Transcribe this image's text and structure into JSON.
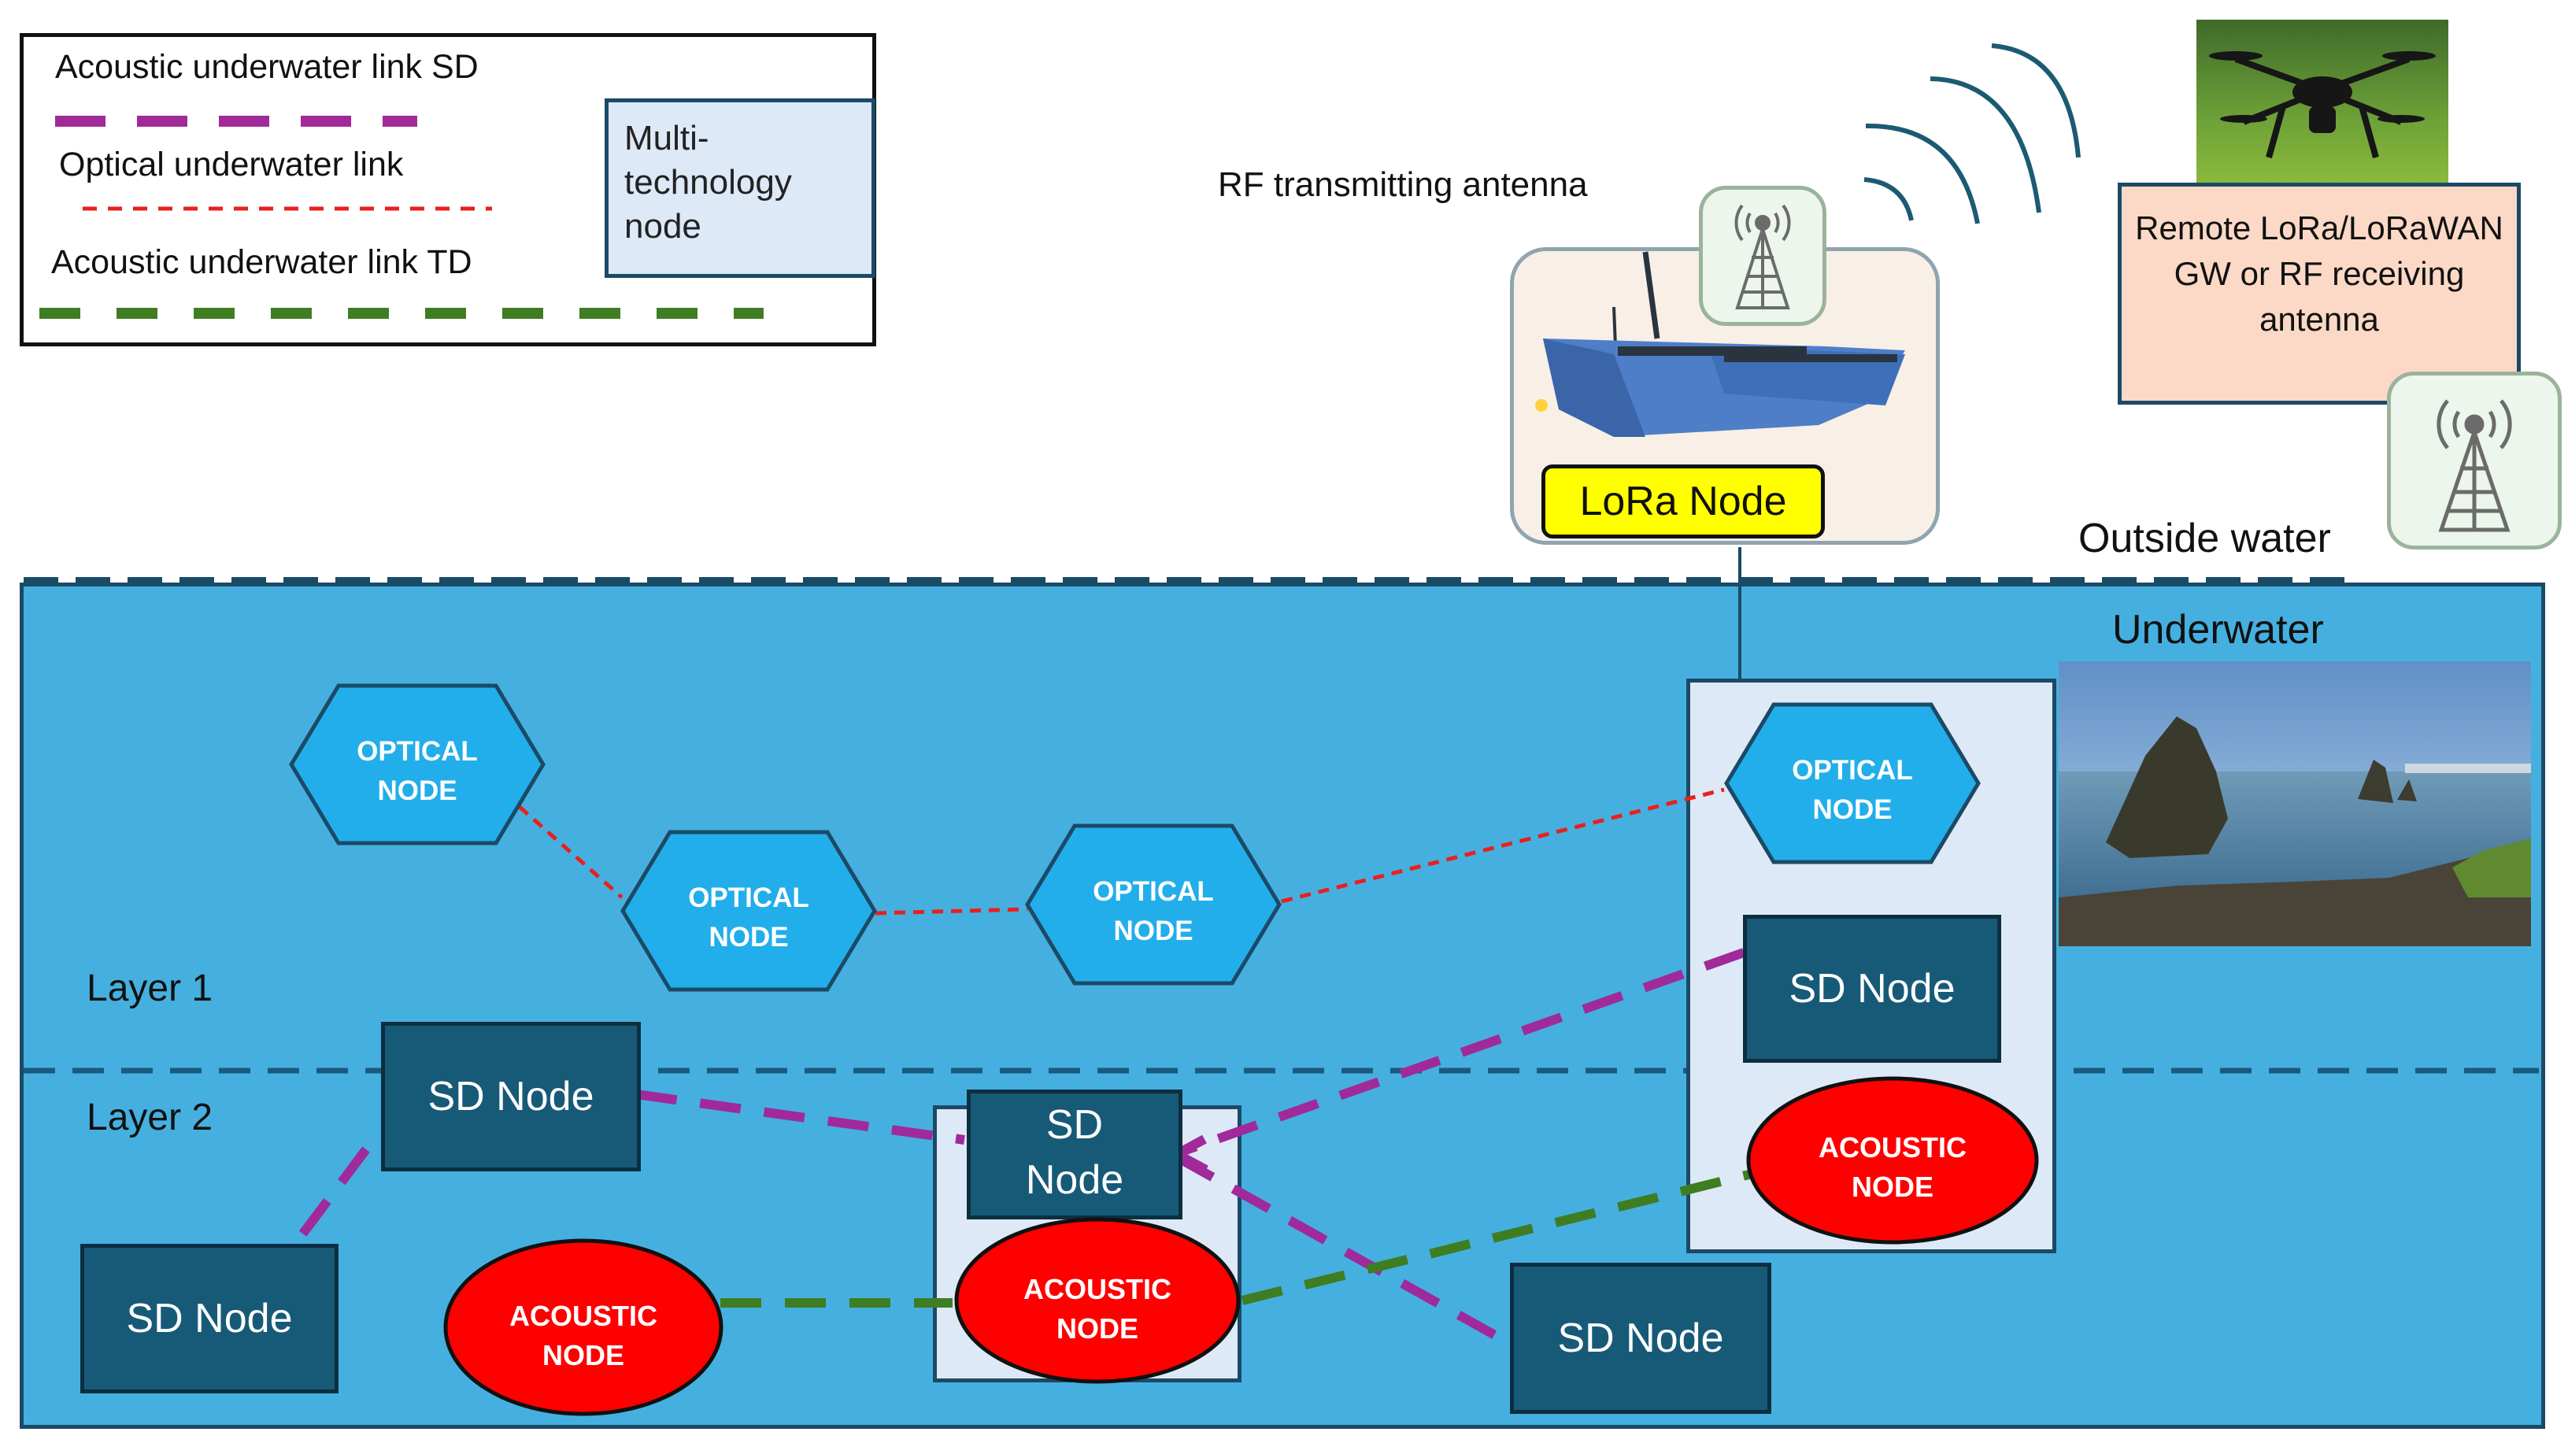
{
  "legend": {
    "acoustic_sd_label": "Acoustic underwater link SD",
    "optical_label": "Optical underwater link",
    "acoustic_td_label": "Acoustic underwater link TD",
    "multi_node_label": "Multi-technology node"
  },
  "colors": {
    "acoustic_sd_link": "#a02a9a",
    "optical_link": "#e8201e",
    "acoustic_td_link": "#3f7d23",
    "water": "#45b0e0",
    "optical_node": "#22aeea",
    "acoustic_node": "#ff0000",
    "sd_node": "#175a78",
    "lora_badge": "#ffff00",
    "gateway_box": "#fbd9c6"
  },
  "surface": {
    "rf_antenna_caption": "RF transmitting antenna",
    "lora_node_label": "LoRa Node",
    "gateway_label": "Remote LoRa/LoRaWAN GW or RF receiving antenna",
    "outside_water_label": "Outside water",
    "underwater_label": "Underwater"
  },
  "layers": {
    "layer1_label": "Layer 1",
    "layer2_label": "Layer 2"
  },
  "nodes": {
    "optical_line1": "OPTICAL",
    "optical_line2": "NODE",
    "acoustic_line1": "ACOUSTIC",
    "acoustic_line2": "NODE",
    "sd_label": "SD Node",
    "sd_line1": "SD",
    "sd_line2": "Node"
  },
  "icons": {
    "antenna": "radio-tower-icon",
    "wifi": "signal-waves-icon",
    "boat": "catamaran-boat-image",
    "drone": "drone-photo",
    "sea": "sea-rocks-photo"
  }
}
